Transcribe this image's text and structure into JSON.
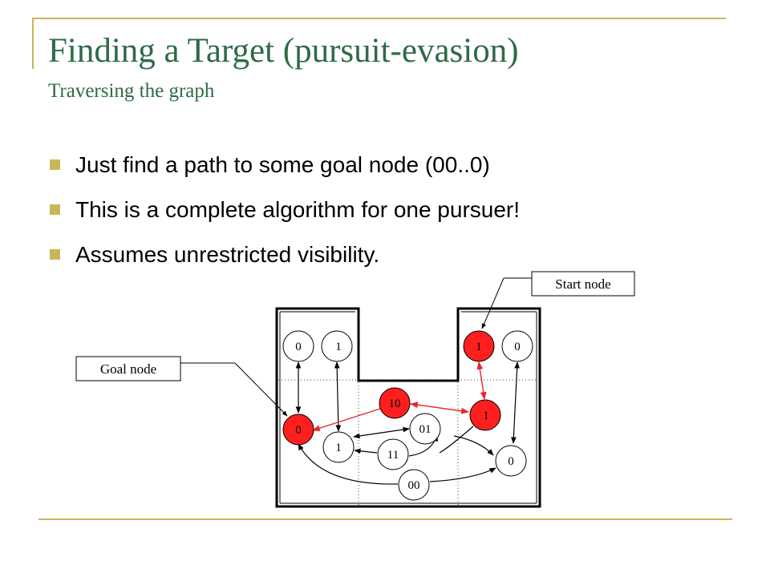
{
  "slide": {
    "title": "Finding a Target (pursuit-evasion)",
    "subtitle": "Traversing the graph",
    "bullets": [
      "Just find a path to some goal node (00..0)",
      "This is a complete algorithm for one pursuer!",
      "Assumes unrestricted visibility."
    ]
  },
  "diagram": {
    "start_label": "Start node",
    "goal_label": "Goal node",
    "nodes": [
      {
        "id": "tl0",
        "label": "0",
        "highlight": false
      },
      {
        "id": "tl1",
        "label": "1",
        "highlight": false
      },
      {
        "id": "tr1",
        "label": "1",
        "highlight": true
      },
      {
        "id": "tr0",
        "label": "0",
        "highlight": false
      },
      {
        "id": "m10",
        "label": "10",
        "highlight": true
      },
      {
        "id": "l0",
        "label": "0",
        "highlight": true
      },
      {
        "id": "m01",
        "label": "01",
        "highlight": false
      },
      {
        "id": "r1",
        "label": "1",
        "highlight": true
      },
      {
        "id": "l1",
        "label": "1",
        "highlight": false
      },
      {
        "id": "m11",
        "label": "11",
        "highlight": false
      },
      {
        "id": "r0",
        "label": "0",
        "highlight": false
      },
      {
        "id": "m00",
        "label": "00",
        "highlight": false
      }
    ],
    "colors": {
      "highlight": "#ff1f1f",
      "normal": "#ffffff",
      "path": "#e8262b",
      "edge": "#000000"
    }
  }
}
